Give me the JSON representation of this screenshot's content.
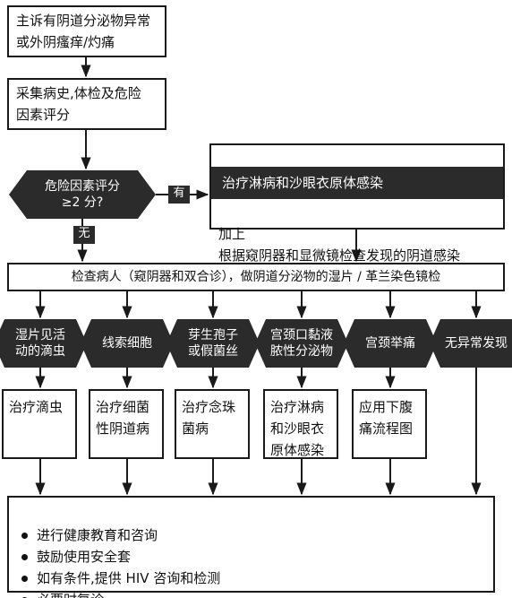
{
  "start": "主诉有阴道分泌物异常\n或外阴瘙痒/灼痛",
  "collect": "采集病史,体检及危险\n因素评分",
  "risk_question": "危险因素评分\n≥2 分?",
  "yes_label": "有",
  "no_label": "无",
  "treat_header": "治疗淋病和沙眼衣原体感染",
  "treat_body": "加上\n根据窥阴器和显微镜检查发现的阴道感染",
  "exam": "检查病人（窥阴器和双合诊），做阴道分泌物的湿片 / 革兰染色镜检",
  "findings": [
    {
      "label": "湿片见活\n动的滴虫",
      "treatment": "治疗滴虫"
    },
    {
      "label": "线索细胞",
      "treatment": "治疗细菌\n性阴道病"
    },
    {
      "label": "芽生孢子\n或假菌丝",
      "treatment": "治疗念珠\n菌病"
    },
    {
      "label": "宫颈口黏液\n脓性分泌物",
      "treatment": "治疗淋病\n和沙眼衣\n原体感染"
    },
    {
      "label": "宫颈举痛",
      "treatment": "应用下腹\n痛流程图"
    },
    {
      "label": "无异常发现",
      "treatment": ""
    }
  ],
  "advice": [
    "进行健康教育和咨询",
    "鼓励使用安全套",
    "如有条件,提供 HIV 咨询和检测",
    "必要时复诊"
  ],
  "colors": {
    "line": "#1a1a1a",
    "dark_fill": "#2b2b2b",
    "box_fill": "#ffffff"
  }
}
